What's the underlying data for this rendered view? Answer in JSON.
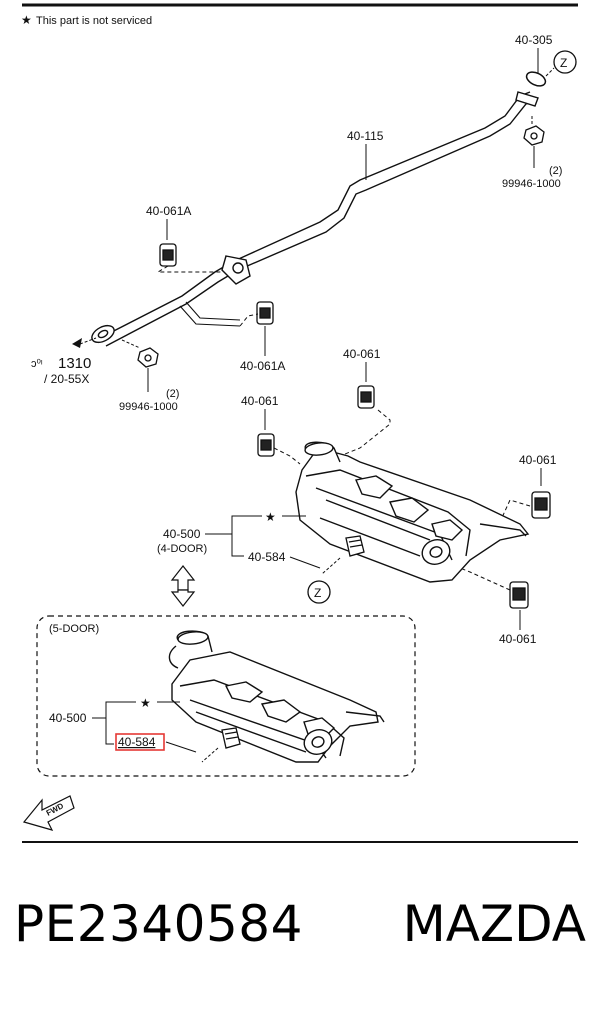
{
  "note": {
    "star": "★",
    "text": "This part is not serviced"
  },
  "callouts": {
    "ring_305": "40-305",
    "pipe_115": "40-115",
    "nut_top_qty": "(2)",
    "nut_top": "99946-1000",
    "hanger_061a_top": "40-061A",
    "hanger_061a_mid": "40-061A",
    "ref_1310": "1310",
    "ref_1310_prefix": "ɔ⁰ᶦ",
    "ref_20_55x": "/ 20-55X",
    "nut_left_qty": "(2)",
    "nut_left": "99946-1000",
    "hanger_061_a": "40-061",
    "hanger_061_b": "40-061",
    "hanger_061_c": "40-061",
    "hanger_061_d": "40-061",
    "muffler_4door": "40-500",
    "muffler_4door_sub": "(4-DOOR)",
    "gasket_4door": "40-584",
    "star_4door": "★",
    "box_label": "(5-DOOR)",
    "muffler_5door": "40-500",
    "gasket_5door": "40-584",
    "star_5door": "★",
    "z_top": "Z",
    "z_mid": "Z",
    "fwd": "FWD"
  },
  "footer": {
    "part_number": "PE2340584",
    "brand": "MAZDA"
  },
  "colors": {
    "line": "#111111",
    "highlight": "#e53935",
    "background": "#ffffff"
  }
}
